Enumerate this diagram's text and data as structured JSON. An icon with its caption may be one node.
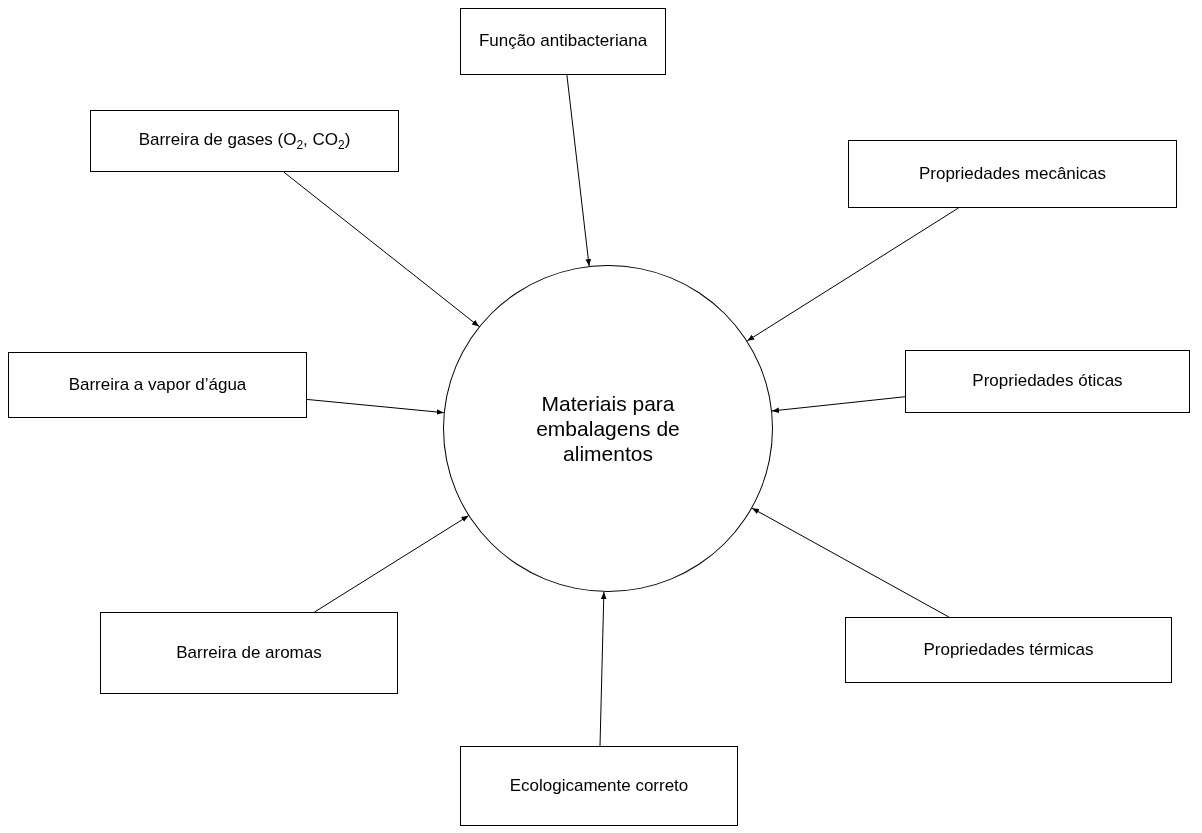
{
  "diagram": {
    "nodes": [
      {
        "text": [
          "Função antibacteriana"
        ]
      },
      {
        "text": [
          "Barreira de gases (O$_{2}$, CO$_{2}$)"
        ]
      },
      {
        "text": [
          "Propriedades mecânicas"
        ]
      },
      {
        "text": [
          "Materiais para embalagens de alimentos"
        ]
      },
      {
        "text": [
          "Barreira a vapor d’água"
        ]
      },
      {
        "text": [
          "Propriedades óticas"
        ]
      },
      {
        "text": [
          "Barreira de aromas"
        ]
      },
      {
        "text": [
          "Propriedades térmicas"
        ]
      },
      {
        "text": [
          "Ecologicamente correto"
        ]
      }
    ],
    "edges": [
      {
        "from": 0,
        "to": 3,
        "arrow": "to"
      },
      {
        "from": 1,
        "to": 3,
        "arrow": "to"
      },
      {
        "from": 2,
        "to": 3,
        "arrow": "to"
      },
      {
        "from": 4,
        "to": 3,
        "arrow": "to"
      },
      {
        "from": 5,
        "to": 3,
        "arrow": "to"
      },
      {
        "from": 6,
        "to": 3,
        "arrow": "to"
      },
      {
        "from": 7,
        "to": 3,
        "arrow": "to"
      },
      {
        "from": 8,
        "to": 3,
        "arrow": "to"
      }
    ]
  }
}
